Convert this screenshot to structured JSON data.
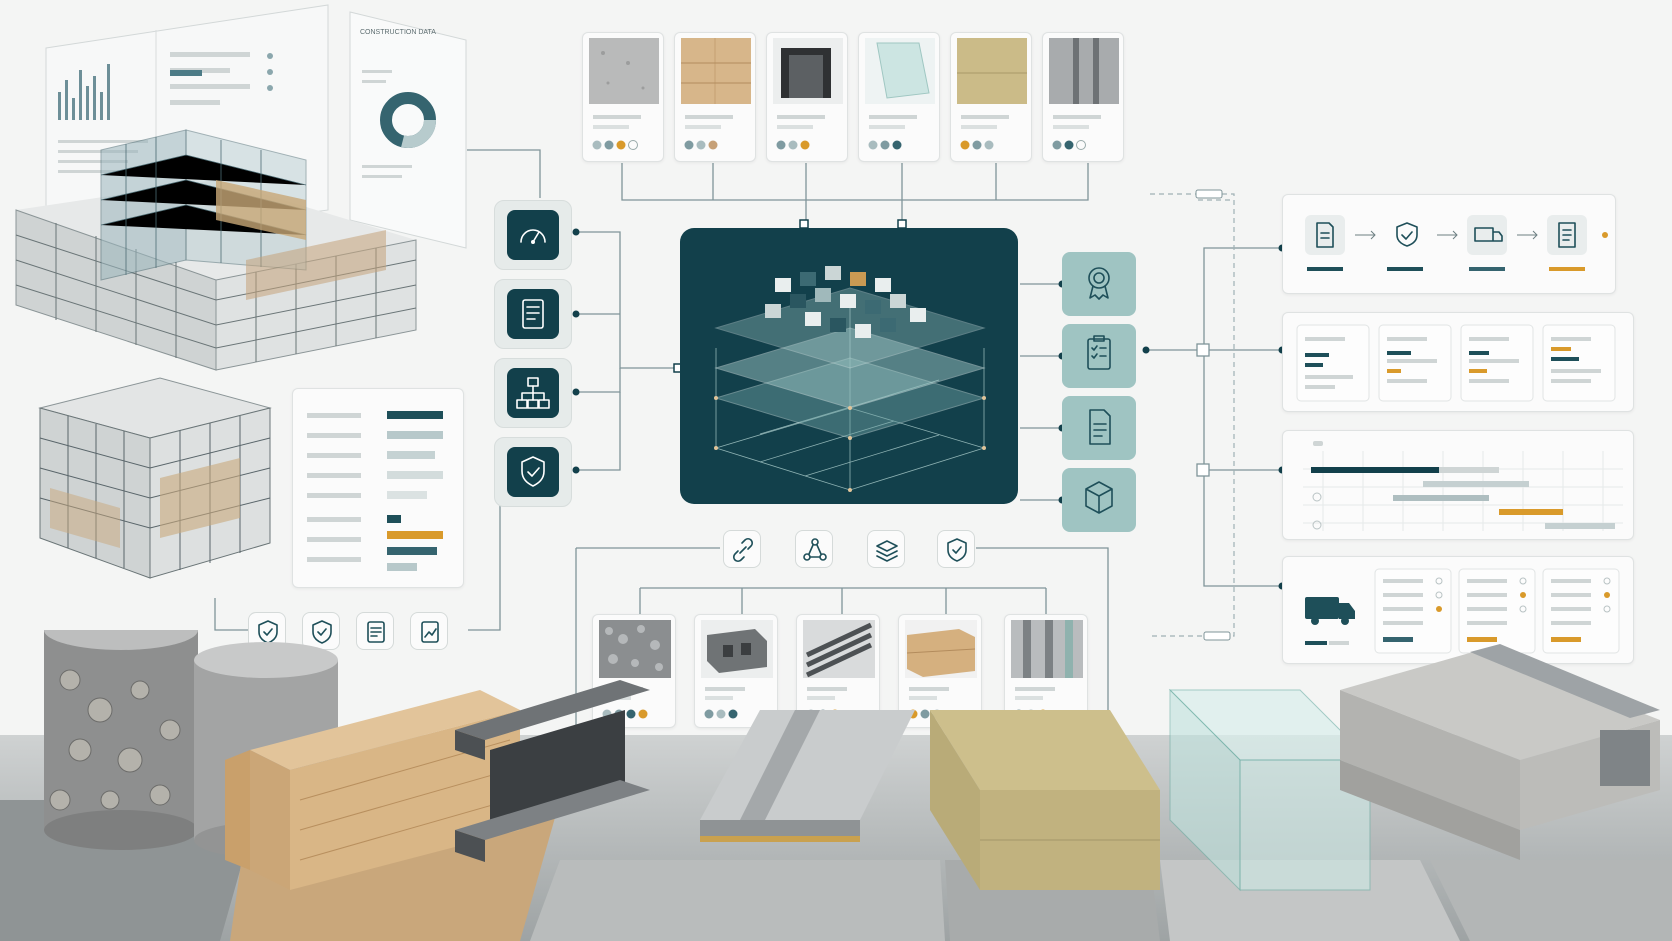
{
  "dashboard": {
    "heading": "CONSTRUCTION DATA"
  },
  "hub": {
    "input_icons": [
      "gauge-icon",
      "checklist-icon",
      "hierarchy-icon",
      "shield-check-icon"
    ],
    "output_icons": [
      "award-icon",
      "clipboard-icon",
      "document-icon",
      "package-icon"
    ],
    "connector_icons": [
      "link-icon",
      "network-icon",
      "layers-icon",
      "shield-icon"
    ]
  },
  "materials_top": [
    "concrete",
    "timber",
    "steel-channel",
    "glass",
    "mineral-wool",
    "metal-panel"
  ],
  "materials_bottom": [
    "gravel",
    "concrete-block",
    "rebar",
    "timber-block",
    "aluminium-profile"
  ],
  "workflow_steps": [
    "document-icon",
    "shield-check-icon",
    "delivery-truck-icon",
    "checklist-icon"
  ],
  "colors": {
    "teal_dark": "#12404b",
    "teal_light": "#9fc4c2",
    "accent_orange": "#d99a2b",
    "line_gray": "#8fa2a5"
  }
}
